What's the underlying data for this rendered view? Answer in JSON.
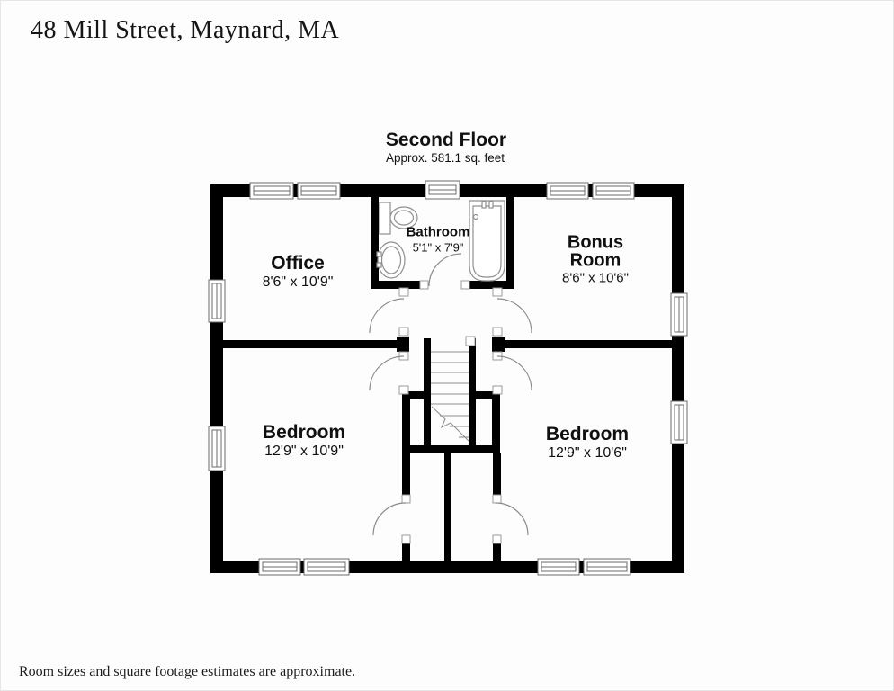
{
  "page": {
    "title": "48 Mill Street, Maynard, MA",
    "footer": "Room sizes and square footage estimates are approximate."
  },
  "floor": {
    "title": "Second Floor",
    "subtitle": "Approx. 581.1 sq. feet"
  },
  "rooms": {
    "office": {
      "name": "Office",
      "dims": "8'6\" x 10'9\""
    },
    "bathroom": {
      "name": "Bathroom",
      "dims": "5'1\" x 7'9\""
    },
    "bonus": {
      "name": "Bonus Room",
      "dims": "8'6\" x 10'6\""
    },
    "bedroom_left": {
      "name": "Bedroom",
      "dims": "12'9\" x 10'9\""
    },
    "bedroom_right": {
      "name": "Bedroom",
      "dims": "12'9\" x 10'6\""
    }
  },
  "colors": {
    "wall": "#000000",
    "door_arc": "#8a8a8a",
    "background": "#fdfdfd"
  }
}
